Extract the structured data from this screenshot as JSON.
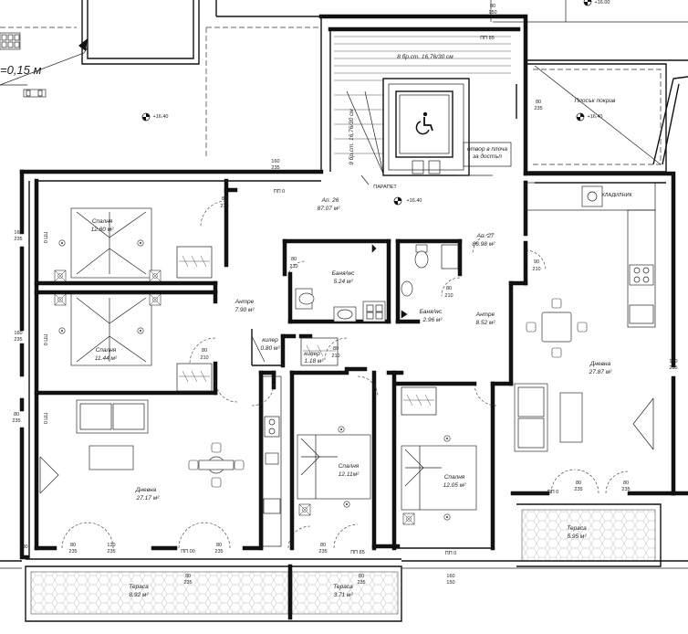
{
  "rooms": [
    {
      "name": "Спалня",
      "area": "12.80 м²"
    },
    {
      "name": "Спалня",
      "area": "11.44 м²"
    },
    {
      "name": "Антре",
      "area": "7.90 м²"
    },
    {
      "name": "килер",
      "area": "0.80 м²"
    },
    {
      "name": "килер",
      "area": "1.18 м²"
    },
    {
      "name": "Баня/wc",
      "area": "5.24 м²"
    },
    {
      "name": "Баня/wc",
      "area": "2.96 м²"
    },
    {
      "name": "Антре",
      "area": "8.52 м²"
    },
    {
      "name": "Дневна",
      "area": "27.87 м²"
    },
    {
      "name": "Спалня",
      "area": "12.11м²"
    },
    {
      "name": "Спалня",
      "area": "12.05 м²"
    },
    {
      "name": "Дневна",
      "area": "27.17 м²"
    },
    {
      "name": "Тераса",
      "area": "5.95 м²"
    },
    {
      "name": "Тераса",
      "area": "8.92 м²"
    },
    {
      "name": "Тераса",
      "area": "3.71 м²"
    }
  ],
  "apartments": [
    {
      "name": "Ап. 26",
      "area": "87.07 м²"
    },
    {
      "name": "Ап. 27",
      "area": "86.98 м²"
    }
  ],
  "annotations": {
    "stairs_a": "8 бр.ст. 16,76/30 см",
    "stairs_b": "9 бр.ст. 16,76/30 см",
    "parapet": "ПАРАПЕТ",
    "flat_roof": "Плосък покрив",
    "opening_line1": "отвор в плоча",
    "opening_line2": "за достъп",
    "thickness": "=0,15 м",
    "kitchen_label": "ХЛАДИЛНИК"
  },
  "elevations": {
    "e1": "+16.40",
    "e2": "+16.40",
    "e3": "+16.40",
    "e4": "+16.00"
  },
  "dimensions": {
    "d80_210": [
      "80",
      "210"
    ],
    "d90_210": [
      "90",
      "210"
    ],
    "d160_235": [
      "160",
      "235"
    ],
    "d80_235": [
      "80",
      "235"
    ],
    "d80_150": [
      "80",
      "150"
    ],
    "d100_235": [
      "100",
      "235"
    ],
    "d160_150": [
      "160",
      "150"
    ],
    "d120_235": [
      "120",
      "235"
    ]
  },
  "window_tags": {
    "w1": "ПП 85",
    "w2": "ПП 0",
    "w3": "ПП 0",
    "w4": "ПП 0",
    "w5": "ПП 0",
    "w6": "ПП 00",
    "w7": "ПП 85",
    "w8": "ПП 0",
    "w9": "ПП 0"
  }
}
